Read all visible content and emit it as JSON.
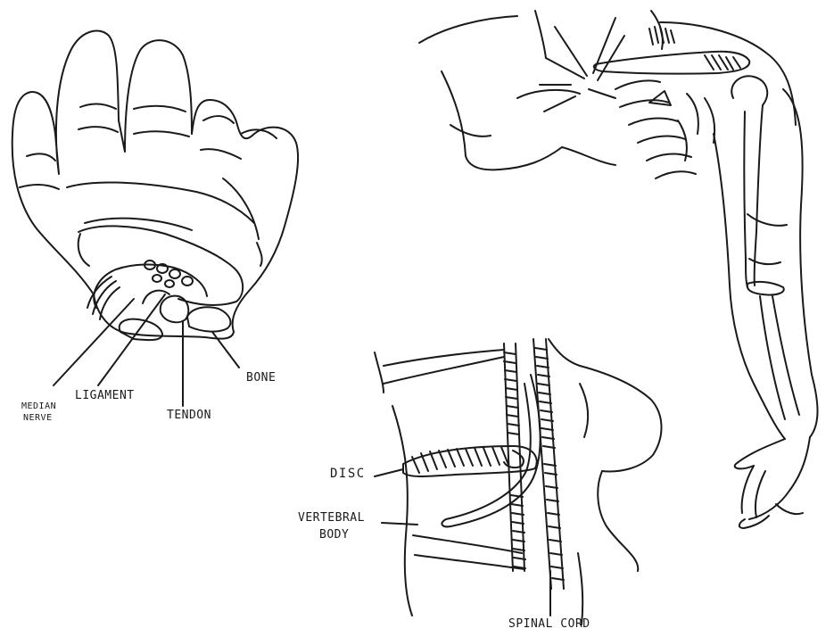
{
  "labels": {
    "median_nerve_line1": "MEDIAN",
    "median_nerve_line2": "NERVE",
    "ligament": "LIGAMENT",
    "tendon": "TENDON",
    "bone": "BONE",
    "disc": "DISC",
    "vertebral_body_line1": "VERTEBRAL",
    "vertebral_body_line2": "BODY",
    "spinal_cord": "SPINAL CORD"
  },
  "colors": {
    "ink": "#1a1a1a",
    "paper": "#ffffff"
  }
}
